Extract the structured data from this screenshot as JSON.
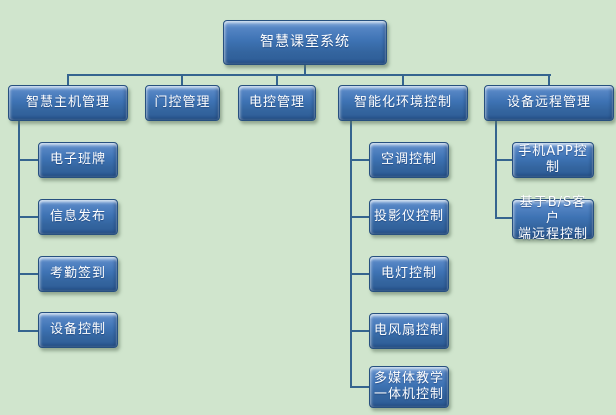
{
  "diagram": {
    "type": "org-chart-tree",
    "background_color": "#d0e5cd",
    "node_fill_color": "#3e73b4",
    "node_border_color": "#27507f",
    "node_text_color": "#ffffff",
    "connector_color": "#35648f",
    "root": {
      "label": "智慧课室系统"
    },
    "branches": [
      {
        "label": "智慧主机管理",
        "children": [
          {
            "label": "电子班牌"
          },
          {
            "label": "信息发布"
          },
          {
            "label": "考勤签到"
          },
          {
            "label": "设备控制"
          }
        ]
      },
      {
        "label": "门控管理",
        "children": []
      },
      {
        "label": "电控管理",
        "children": []
      },
      {
        "label": "智能化环境控制",
        "children": [
          {
            "label": "空调控制"
          },
          {
            "label": "投影仪控制"
          },
          {
            "label": "电灯控制"
          },
          {
            "label": "电风扇控制"
          },
          {
            "label": "多媒体教学\n一体机控制"
          }
        ]
      },
      {
        "label": "设备远程管理",
        "children": [
          {
            "label": "手机APP控制"
          },
          {
            "label": "基于B/S客户\n端远程控制"
          }
        ]
      }
    ]
  }
}
